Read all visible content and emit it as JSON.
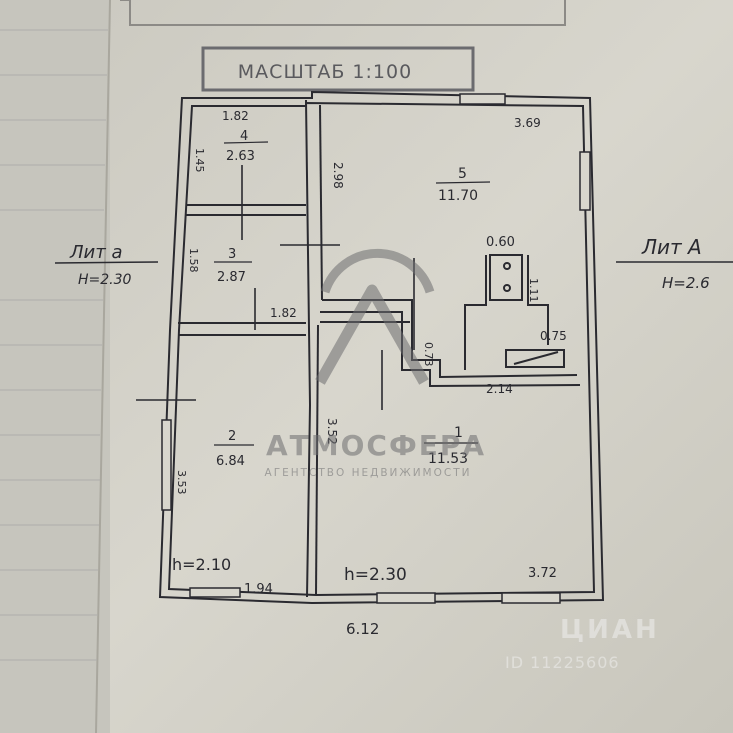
{
  "scale_label": "МАСШТАБ 1:100",
  "lit_left": {
    "name": "Лит а",
    "height": "H=2.30"
  },
  "lit_right": {
    "name": "Лит А",
    "height": "H=2.6"
  },
  "rooms": [
    {
      "number": "4",
      "area": "2.63",
      "dims": [
        "1.82",
        "1.45"
      ]
    },
    {
      "number": "3",
      "area": "2.87",
      "dims": [
        "1.58",
        "1.82"
      ]
    },
    {
      "number": "2",
      "area": "6.84",
      "dims": [
        "3.53",
        "1.94"
      ],
      "height": "h=2.10"
    },
    {
      "number": "5",
      "area": "11.70",
      "dims": [
        "3.69",
        "2.98"
      ]
    },
    {
      "number": "1",
      "area": "11.53",
      "dims": [
        "3.52",
        "3.72",
        "2.14",
        "0.73"
      ],
      "height": "h=2.30"
    }
  ],
  "stove": {
    "dims": [
      "0.60",
      "1.11",
      "0.75"
    ]
  },
  "overall_width": "6.12",
  "watermark": {
    "name": "АТМОСФЕРА",
    "subtitle": "АГЕНТСТВО НЕДВИЖИМОСТИ"
  },
  "listing_id": "ID 11225606",
  "brand": "ЦИАН",
  "colors": {
    "paper": "#d6d4cb",
    "ink": "#2a2a30",
    "watermark": "#6e6e70"
  }
}
